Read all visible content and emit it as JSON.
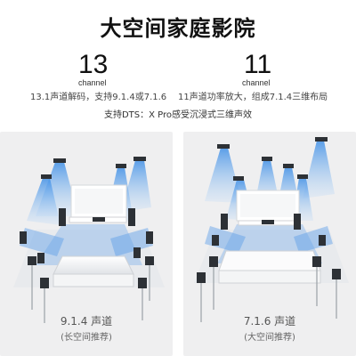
{
  "page": {
    "title": "大空间家庭影院"
  },
  "left": {
    "channel_number": "13",
    "channel_word": "channel",
    "description": "13.1声道解码，支持9.1.4或7.1.6",
    "caption": "9.1.4 声道",
    "caption_sub": "(长空间推荐)"
  },
  "right": {
    "channel_number": "11",
    "channel_word": "channel",
    "description": "11声道功率放大，组成7.1.4三维布局",
    "caption": "7.1.6 声道",
    "caption_sub": "(大空间推荐)"
  },
  "dts_line": "支持DTS：X Pro感受沉浸式三维声效",
  "colors": {
    "beam": "#5a9ee8",
    "speaker": "#2d3136",
    "panel": "#efeff0"
  }
}
